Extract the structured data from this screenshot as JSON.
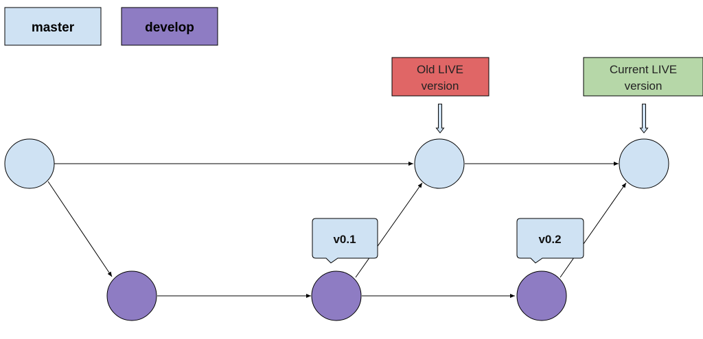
{
  "legend": {
    "master_label": "master",
    "develop_label": "develop"
  },
  "labels": {
    "old_live": [
      "Old LIVE",
      "version"
    ],
    "current_live": [
      "Current LIVE",
      "version"
    ]
  },
  "tags": {
    "v01": "v0.1",
    "v02": "v0.2"
  },
  "colors": {
    "master": "#cfe2f3",
    "develop": "#8e7cc3",
    "old_live": "#e06666",
    "current_live": "#b6d7a8",
    "tag": "#cfe2f3",
    "stroke": "#000000"
  }
}
